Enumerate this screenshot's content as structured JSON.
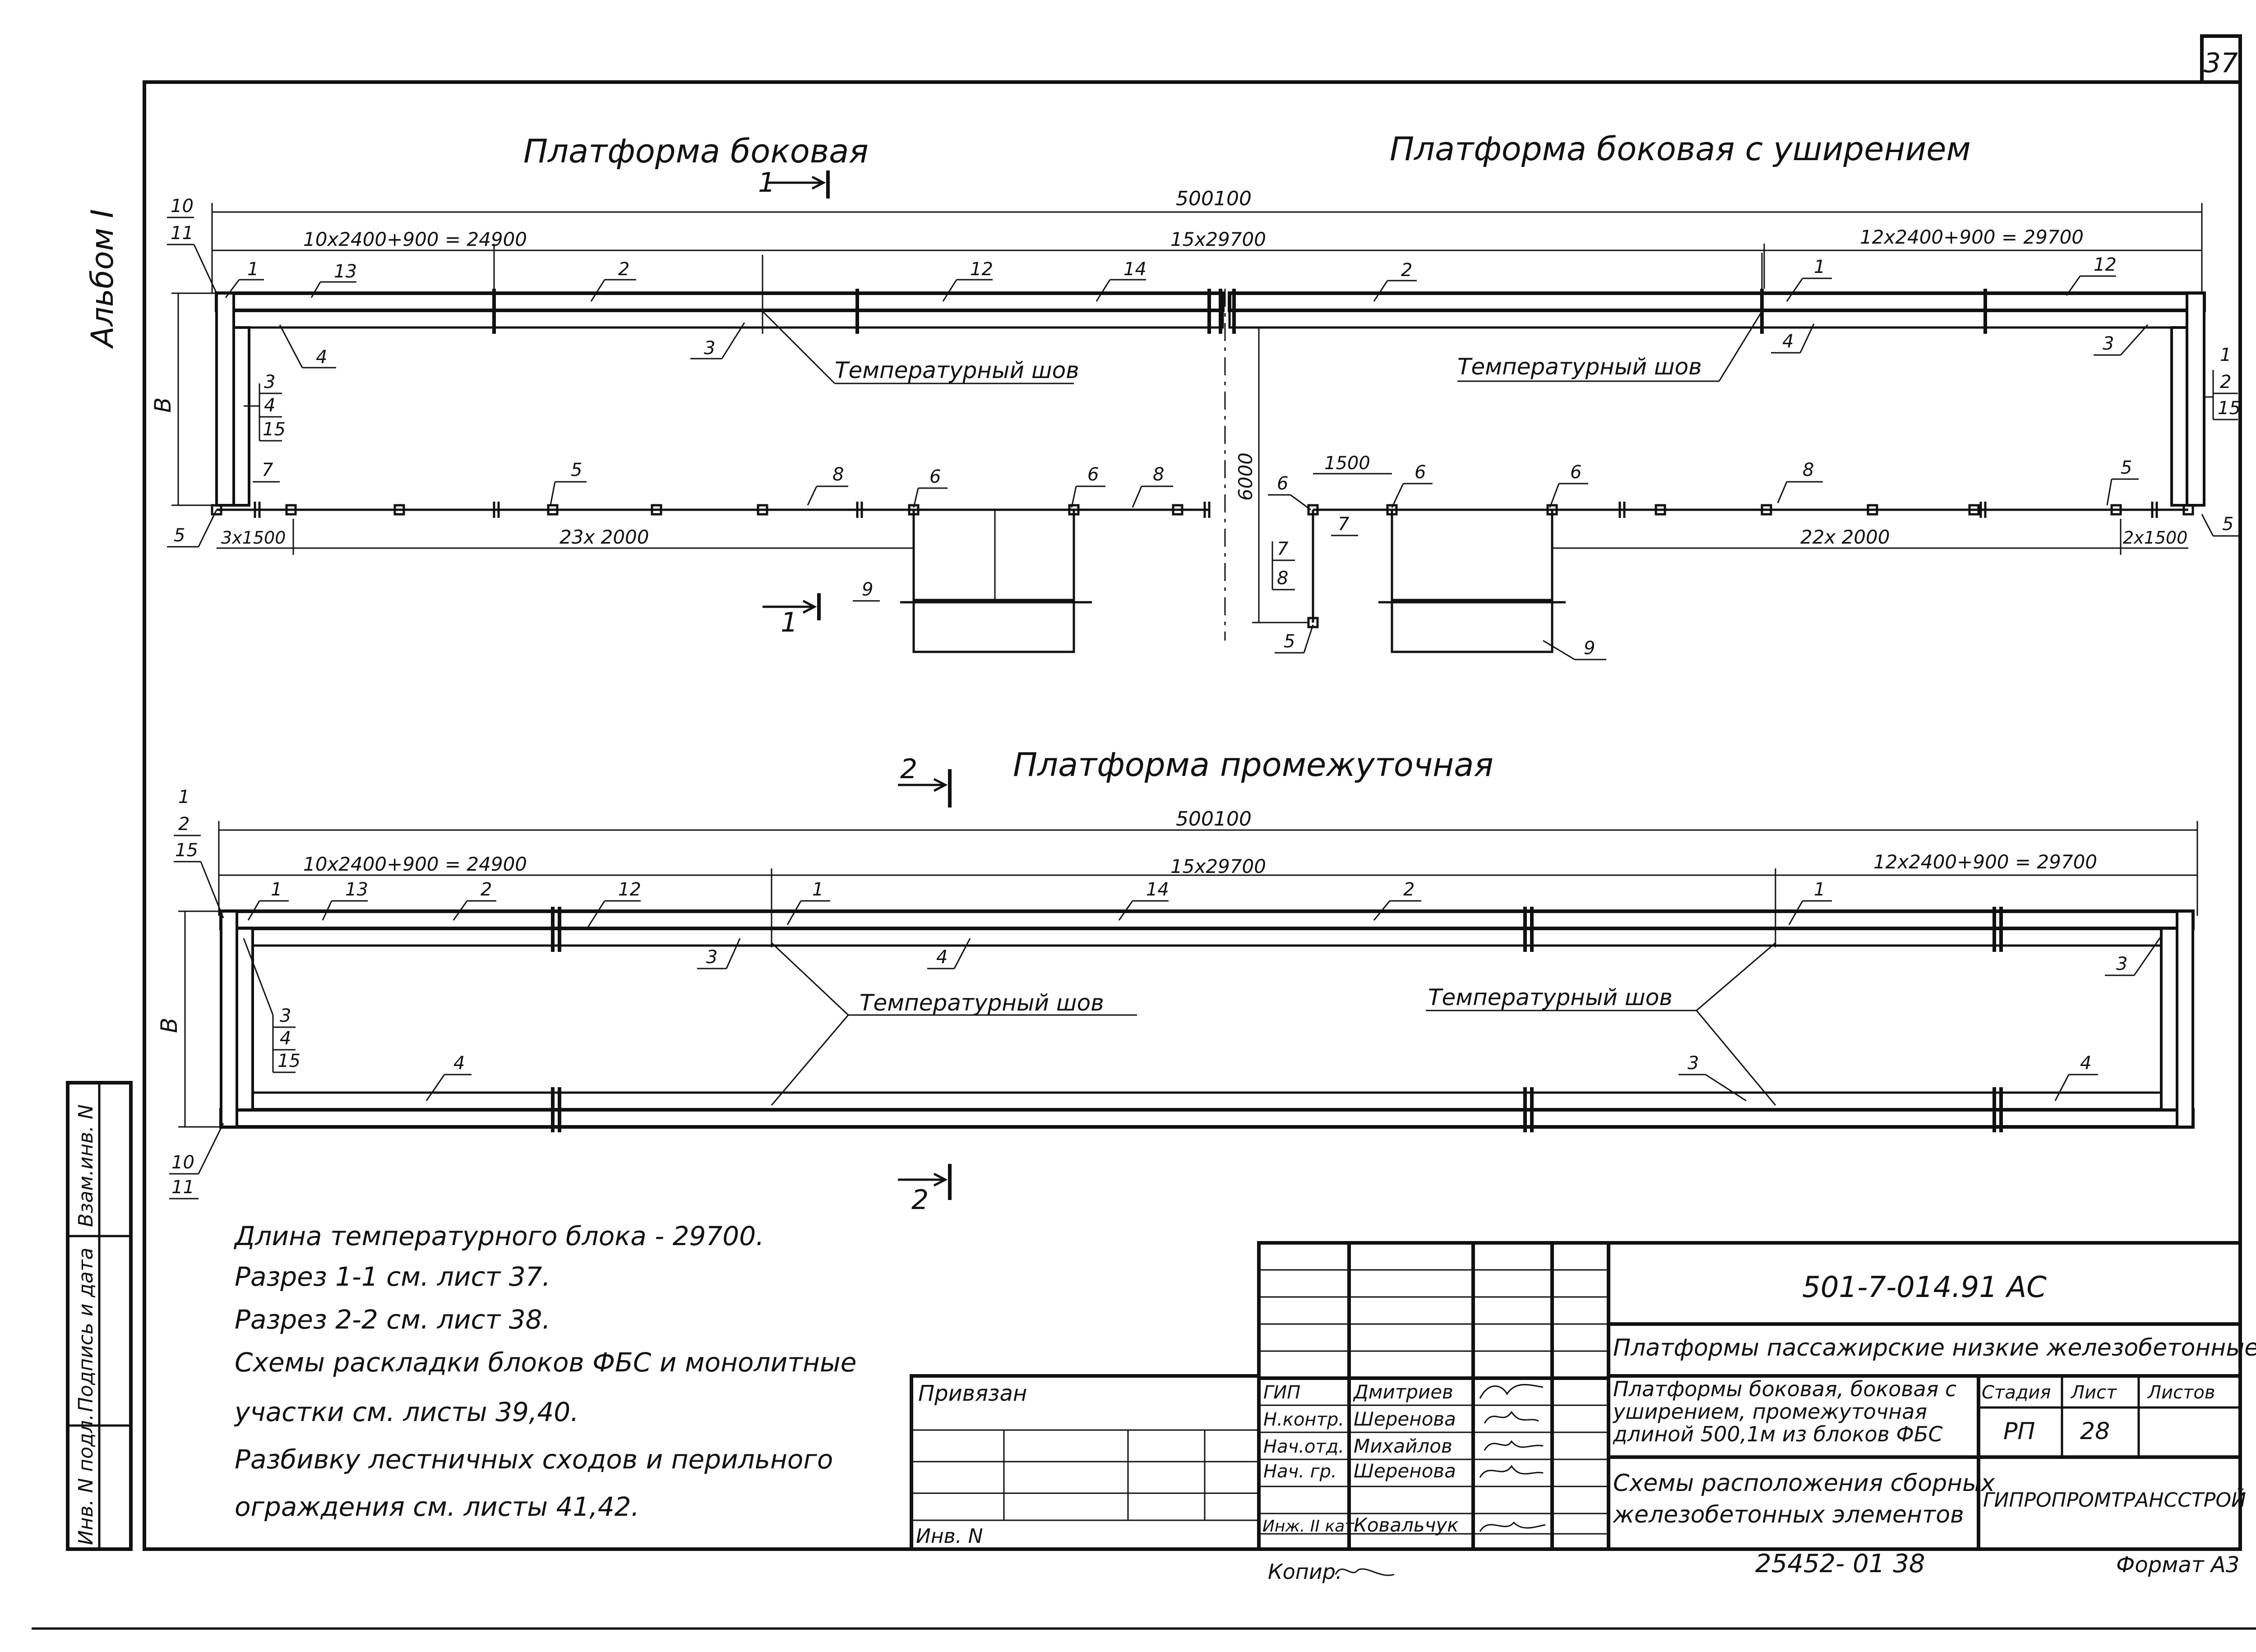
{
  "sheet_number": "37",
  "album_label": "Альбом I",
  "side_stamp": {
    "inv_podl": "Инв. N подл.",
    "podpis_data": "Подпись и дата",
    "vzam_inv": "Взам.инв. N"
  },
  "plan_top_left": {
    "title": "Платформа боковая",
    "section_mark": "1"
  },
  "plan_top_right": {
    "title": "Платформа боковая с уширением"
  },
  "plan_bottom": {
    "title": "Платформа промежуточная",
    "section_mark": "2"
  },
  "dims": {
    "total": "500100",
    "left_span": "10x2400+900 = 24900",
    "middle_span": "15x29700",
    "right_span": "12x2400+900 = 29700",
    "rail_left_small": "3x1500",
    "rail_left_long": "23x 2000",
    "rail_right_long": "22x 2000",
    "rail_right_small": "2x1500",
    "width_b": "B",
    "depth_6000": "6000",
    "ramp_1500": "1500"
  },
  "labels": {
    "expansion_joint": "Температурный шов"
  },
  "marks": {
    "m1": "1",
    "m2": "2",
    "m3": "3",
    "m4": "4",
    "m5": "5",
    "m6": "6",
    "m7": "7",
    "m8": "8",
    "m9": "9",
    "m10": "10",
    "m11": "11",
    "m12": "12",
    "m13": "13",
    "m14": "14",
    "m15": "15"
  },
  "notes": [
    "Длина температурного блока - 29700.",
    "Разрез 1-1 см. лист 37.",
    "Разрез 2-2 см. лист 38.",
    "Схемы раскладки блоков ФБС и монолитные",
    "участки см. листы 39,40.",
    "Разбивку лестничных сходов и перильного",
    "ограждения см. листы 41,42."
  ],
  "title_block": {
    "doc_code": "501-7-014.91 АС",
    "project_title": "Платформы пассажирские низкие железобетонные",
    "sheet_title_lines": [
      "Платформы боковая, боковая с",
      "уширением, промежуточная",
      "длиной 500,1м из блоков ФБС"
    ],
    "drawing_title_lines": [
      "Схемы расположения сборных",
      "железобетонных элементов"
    ],
    "stage_header": "Стадия",
    "sheet_header": "Лист",
    "sheets_header": "Листов",
    "stage": "РП",
    "sheet": "28",
    "organization": "ГИПРОПРОМТРАНССТРОЙ",
    "bound_label": "Привязан",
    "inv_label": "Инв. N",
    "roles": [
      "ГИП",
      "Н.контр.",
      "Нач.отд.",
      "Нач. гр.",
      "Инж. II кат."
    ],
    "names": [
      "Дмитриев",
      "Шеренова",
      "Михайлов",
      "Шеренова",
      "Ковальчук"
    ]
  },
  "footer": {
    "copied": "Копир.",
    "archive_no": "25452- 01  38",
    "format": "Формат А3"
  }
}
